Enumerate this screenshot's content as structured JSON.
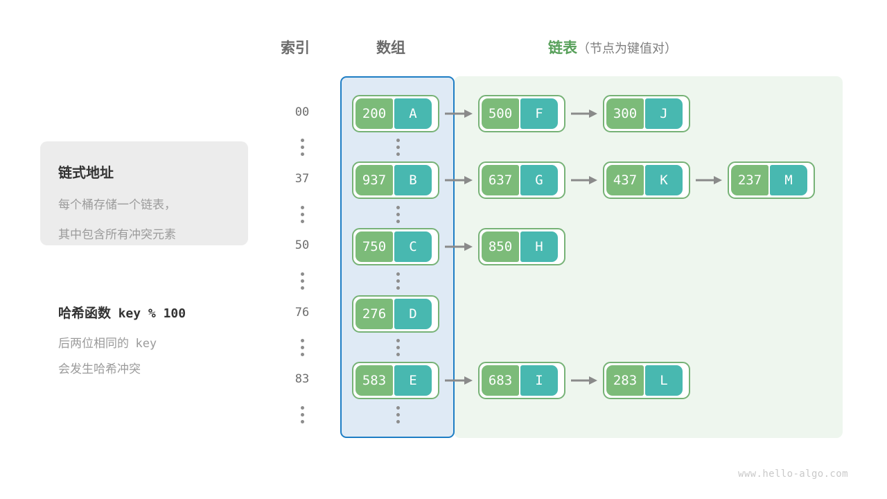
{
  "headers": {
    "index": "索引",
    "array": "数组",
    "list_main": "链表",
    "list_sub": "（节点为键值对）"
  },
  "info_card": {
    "title": "链式地址",
    "line1": "每个桶存储一个链表，",
    "line2": "其中包含所有冲突元素"
  },
  "hash_note": {
    "title_label": "哈希函数",
    "title_expr": "key % 100",
    "line1_text": "后两位相同的",
    "line1_mono": "key",
    "line2": "会发生哈希冲突"
  },
  "colors": {
    "array_region_fill": "#dfeaf5",
    "array_region_border": "#1d7dc4",
    "list_region_fill": "#eef6ee",
    "node_border": "#76b276",
    "key_cell": "#7cbb79",
    "value_cell": "#48b8b0",
    "arrow": "#8a8a8a",
    "header_gray": "#6b6b6b",
    "header_green": "#57a05a",
    "body_gray": "#9b9b9b"
  },
  "rows": [
    {
      "index": "00",
      "bucket": {
        "key": "200",
        "value": "A"
      },
      "chain": [
        {
          "key": "500",
          "value": "F"
        },
        {
          "key": "300",
          "value": "J"
        }
      ]
    },
    {
      "index": "37",
      "bucket": {
        "key": "937",
        "value": "B"
      },
      "chain": [
        {
          "key": "637",
          "value": "G"
        },
        {
          "key": "437",
          "value": "K"
        },
        {
          "key": "237",
          "value": "M"
        }
      ]
    },
    {
      "index": "50",
      "bucket": {
        "key": "750",
        "value": "C"
      },
      "chain": [
        {
          "key": "850",
          "value": "H"
        }
      ]
    },
    {
      "index": "76",
      "bucket": {
        "key": "276",
        "value": "D"
      },
      "chain": []
    },
    {
      "index": "83",
      "bucket": {
        "key": "583",
        "value": "E"
      },
      "chain": [
        {
          "key": "683",
          "value": "I"
        },
        {
          "key": "283",
          "value": "L"
        }
      ]
    }
  ],
  "ellipsis_count": 5,
  "watermark": "www.hello-algo.com"
}
